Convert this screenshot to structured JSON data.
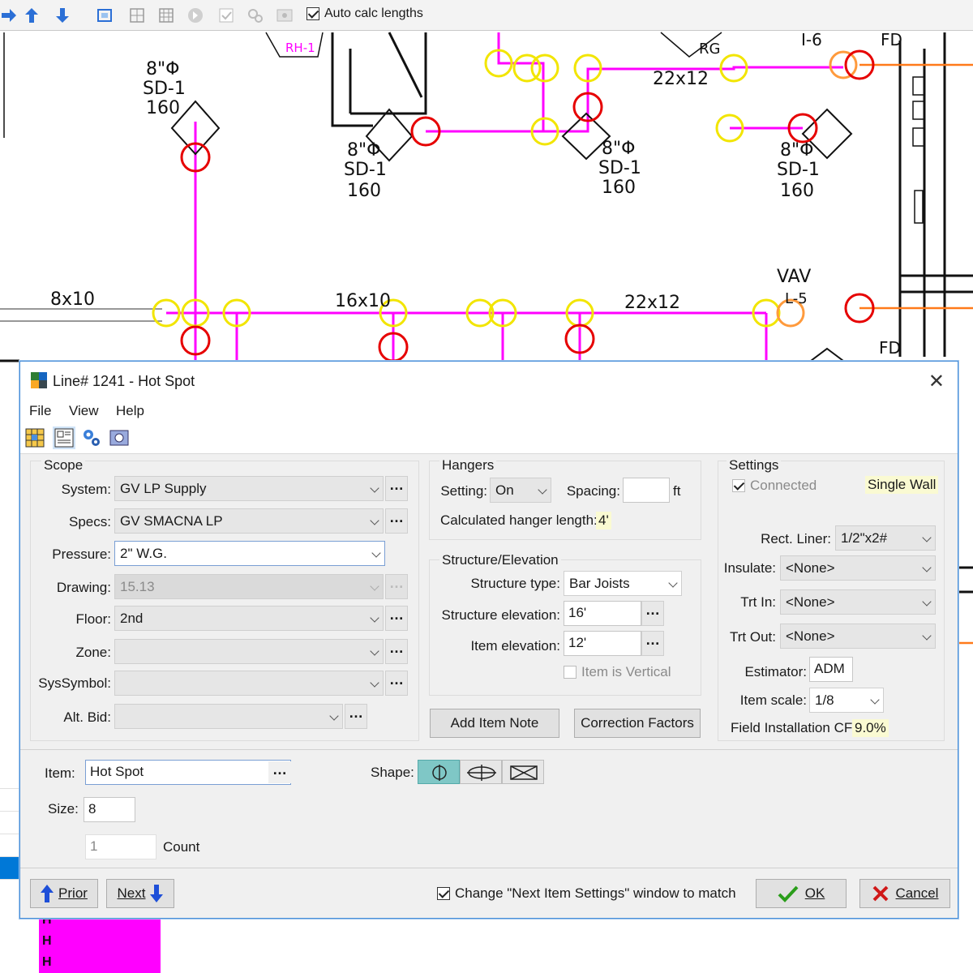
{
  "toolbar": {
    "autocalc_label": "Auto calc lengths",
    "autocalc_checked": true
  },
  "drawing": {
    "labels": [
      "RH-1",
      "8\"Φ",
      "SD-1",
      "160",
      "22x12",
      "8x10",
      "16x10",
      "VAV",
      "L-5",
      "FD",
      "I-6",
      "RG"
    ],
    "h_rows": [
      "H",
      "H",
      "H"
    ]
  },
  "dialog": {
    "title": "Line# 1241 - Hot Spot",
    "menu": [
      "File",
      "View",
      "Help"
    ],
    "scope": {
      "title": "Scope",
      "system_label": "System:",
      "system_value": "GV LP Supply",
      "specs_label": "Specs:",
      "specs_value": "GV SMACNA LP",
      "pressure_label": "Pressure:",
      "pressure_value": "2\" W.G.",
      "drawing_label": "Drawing:",
      "drawing_value": "15.13",
      "floor_label": "Floor:",
      "floor_value": "2nd",
      "zone_label": "Zone:",
      "zone_value": "",
      "syssymbol_label": "SysSymbol:",
      "syssymbol_value": "",
      "altbid_label": "Alt. Bid:",
      "altbid_value": ""
    },
    "hangers": {
      "title": "Hangers",
      "setting_label": "Setting:",
      "setting_value": "On",
      "spacing_label": "Spacing:",
      "spacing_value": "",
      "spacing_unit": "ft",
      "calc_label": "Calculated hanger length:",
      "calc_value": "4'"
    },
    "structure": {
      "title": "Structure/Elevation",
      "type_label": "Structure type:",
      "type_value": "Bar Joists",
      "selev_label": "Structure elevation:",
      "selev_value": "16'",
      "ielev_label": "Item elevation:",
      "ielev_value": "12'",
      "vertical_label": "Item is Vertical"
    },
    "settings": {
      "title": "Settings",
      "connected_label": "Connected",
      "wall_label": "Single Wall",
      "liner_label": "Rect. Liner:",
      "liner_value": "1/2\"x2#",
      "insulate_label": "Insulate:",
      "insulate_value": "<None>",
      "trtin_label": "Trt In:",
      "trtin_value": "<None>",
      "trtout_label": "Trt Out:",
      "trtout_value": "<None>",
      "estimator_label": "Estimator:",
      "estimator_value": "ADM",
      "scale_label": "Item scale:",
      "scale_value": "1/8",
      "cf_label": "Field Installation CF:",
      "cf_value": "9.0%"
    },
    "buttons": {
      "add_note": "Add Item Note",
      "correction": "Correction Factors",
      "prior": "Prior",
      "next": "Next",
      "ok": "OK",
      "cancel": "Cancel"
    },
    "item": {
      "item_label": "Item:",
      "item_value": "Hot Spot",
      "shape_label": "Shape:",
      "size_label": "Size:",
      "size_value": "8",
      "count_value": "1",
      "count_label": "Count"
    },
    "change_label": "Change \"Next Item Settings\" window to match"
  }
}
